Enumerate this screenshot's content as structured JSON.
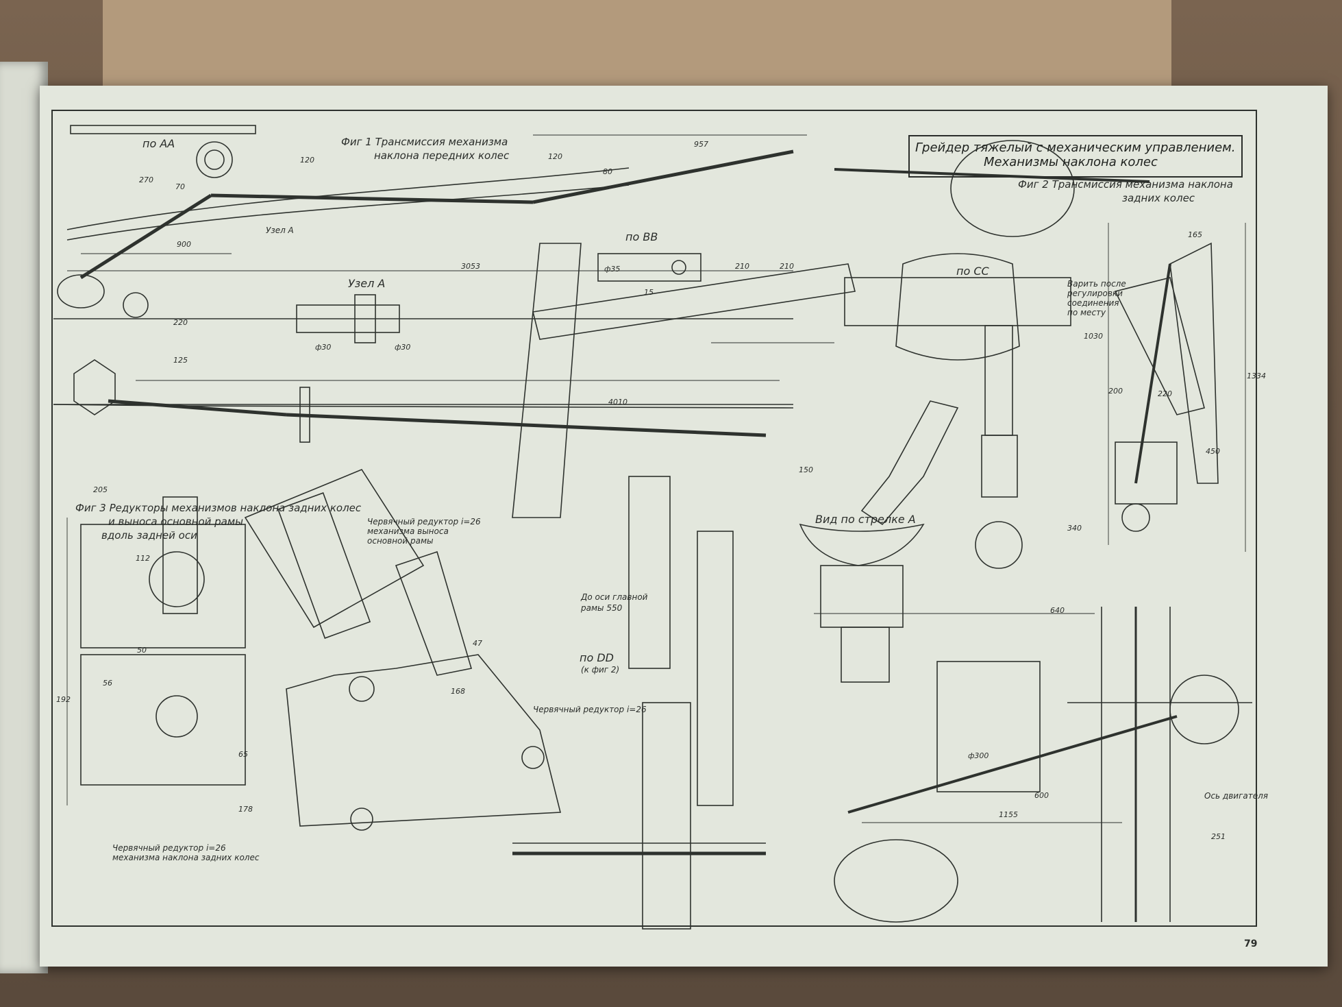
{
  "title": {
    "line1": "Грейдер тяжелый с механическим управлением.",
    "line2": "Механизмы наклона колес"
  },
  "figures": {
    "fig1_line1": "Фиг 1 Трансмиссия механизма",
    "fig1_line2": "наклона передних колес",
    "fig2_line1": "Фиг 2 Трансмиссия механизма наклона",
    "fig2_line2": "задних колес",
    "fig3_line1": "Фиг 3 Редукторы механизмов наклона задних колес",
    "fig3_line2": "и выноса основной рамы",
    "fig3_line3": "вдоль задней оси"
  },
  "sections": {
    "aa": "по АА",
    "bb": "по ВВ",
    "cc": "по СС",
    "dd": "по DD",
    "dd_ref": "(к фиг 2)",
    "node_a": "Узел А",
    "node_a_small": "Узел А",
    "view_a": "Вид по стрелке А"
  },
  "notes": {
    "worm1_line1": "Червячный редуктор i=26",
    "worm1_line2": "механизма выноса",
    "worm1_line3": "основной рамы",
    "worm2": "Червячный редуктор i=26",
    "worm3_line1": "Червячный редуктор i=26",
    "worm3_line2": "механизма наклона задних колес",
    "weld_line1": "Варить после",
    "weld_line2": "регулировки",
    "weld_line3": "соединения",
    "weld_line4": "по месту",
    "main_frame_line1": "До оси главной",
    "main_frame_line2": "рамы 550",
    "engine_axis": "Ось двигателя"
  },
  "dimensions": {
    "d957": "957",
    "d120a": "120",
    "d120b": "120",
    "d80": "80",
    "d270": "270",
    "d70": "70",
    "d900": "900",
    "d3053": "3053",
    "d220": "220",
    "d125": "125",
    "d4010": "4010",
    "d205": "205",
    "d150": "150",
    "d210a": "210",
    "d210b": "210",
    "d165": "165",
    "d1030": "1030",
    "d1334": "1334",
    "d200": "200",
    "d220b": "220",
    "d450": "450",
    "d340": "340",
    "d640": "640",
    "d1155": "1155",
    "d600": "600",
    "d300": "ф300",
    "d251": "251",
    "d112": "112",
    "d192": "192",
    "d178": "178",
    "d168": "168",
    "d47": "47",
    "d50": "50",
    "d56": "56",
    "d65": "65",
    "d15": "15",
    "d35": "ф35",
    "d30a": "ф30",
    "d30b": "ф30"
  },
  "page_number": "79"
}
